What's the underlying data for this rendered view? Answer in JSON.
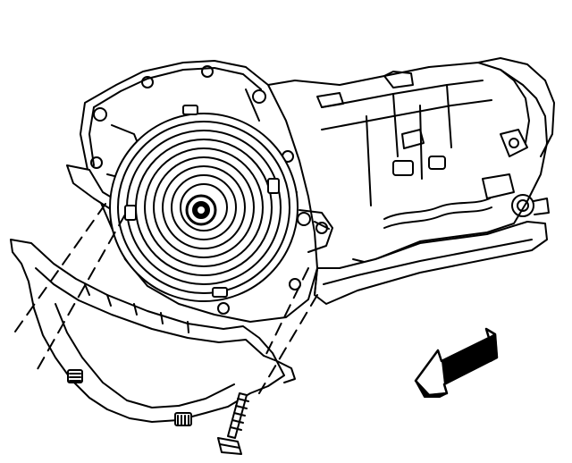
{
  "diagram": {
    "type": "line-art",
    "subject": "automatic-transmission-with-torque-converter-and-inspection-cover",
    "colors": {
      "background": "#ffffff",
      "ink": "#000000",
      "fill": "#ffffff"
    },
    "parts": [
      {
        "name": "transmission-case",
        "icon": "transmission-icon"
      },
      {
        "name": "torque-converter",
        "icon": "torque-converter-icon"
      },
      {
        "name": "bell-housing",
        "icon": "bell-housing-icon"
      },
      {
        "name": "oil-pan",
        "icon": "oil-pan-icon"
      },
      {
        "name": "inspection-cover",
        "icon": "cover-plate-icon"
      },
      {
        "name": "mounting-bolt",
        "icon": "bolt-icon"
      },
      {
        "name": "stud-left",
        "icon": "stud-icon"
      },
      {
        "name": "stud-right",
        "icon": "stud-icon"
      },
      {
        "name": "direction-arrow",
        "icon": "arrow-left-down-icon"
      }
    ]
  }
}
